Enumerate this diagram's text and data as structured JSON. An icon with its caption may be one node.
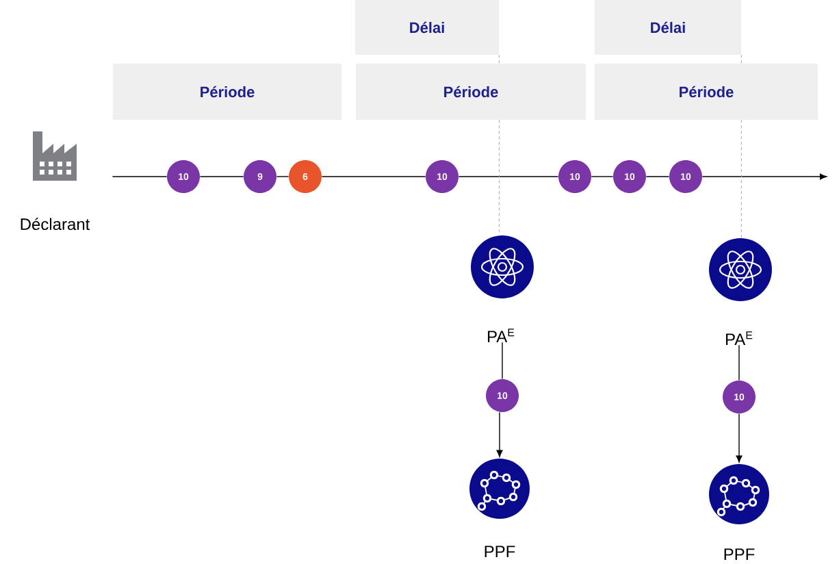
{
  "diagram": {
    "nodes": [
      {
        "text": [
          "Délai"
        ]
      },
      {
        "text": [
          "Délai"
        ]
      },
      {
        "text": [
          "Période"
        ]
      },
      {
        "text": [
          "Période"
        ]
      },
      {
        "text": [
          "Période"
        ]
      },
      {
        "text": [
          "Déclarant"
        ]
      },
      {
        "text": [
          "10"
        ]
      },
      {
        "text": [
          "9"
        ]
      },
      {
        "text": [
          "6"
        ]
      },
      {
        "text": [
          "10"
        ]
      },
      {
        "text": [
          "10"
        ]
      },
      {
        "text": [
          "10"
        ]
      },
      {
        "text": [
          "10"
        ]
      },
      {
        "text": [
          "PA$^{E}$"
        ]
      },
      {
        "text": [
          "10"
        ]
      },
      {
        "text": [
          "PPF"
        ]
      },
      {
        "text": [
          "PA$^{E}$"
        ]
      },
      {
        "text": [
          "10"
        ]
      },
      {
        "text": [
          "PPF"
        ]
      }
    ],
    "edges": [
      {
        "from": 5,
        "to": 6,
        "arrow": "none"
      },
      {
        "from": 6,
        "to": 7,
        "arrow": "none"
      },
      {
        "from": 7,
        "to": 8,
        "arrow": "none"
      },
      {
        "from": 8,
        "to": 9,
        "arrow": "none"
      },
      {
        "from": 9,
        "to": 10,
        "arrow": "none"
      },
      {
        "from": 10,
        "to": 11,
        "arrow": "none"
      },
      {
        "from": 11,
        "to": 12,
        "arrow": "none"
      },
      {
        "from": 12,
        "to": null,
        "arrow": "to"
      },
      {
        "from": 13,
        "to": 14,
        "arrow": "none"
      },
      {
        "from": 14,
        "to": 15,
        "arrow": "to"
      },
      {
        "from": 16,
        "to": 17,
        "arrow": "none"
      },
      {
        "from": 17,
        "to": 18,
        "arrow": "to"
      },
      {
        "from": 0,
        "to": 3,
        "arrow": "none",
        "style": "dashed",
        "color": "#a6a6a6"
      },
      {
        "from": 3,
        "to": 13,
        "arrow": "none",
        "style": "dashed",
        "color": "#a6a6a6"
      },
      {
        "from": 1,
        "to": 4,
        "arrow": "none",
        "style": "dashed",
        "color": "#a6a6a6"
      },
      {
        "from": 4,
        "to": 16,
        "arrow": "none",
        "style": "dashed",
        "color": "#a6a6a6"
      }
    ]
  }
}
